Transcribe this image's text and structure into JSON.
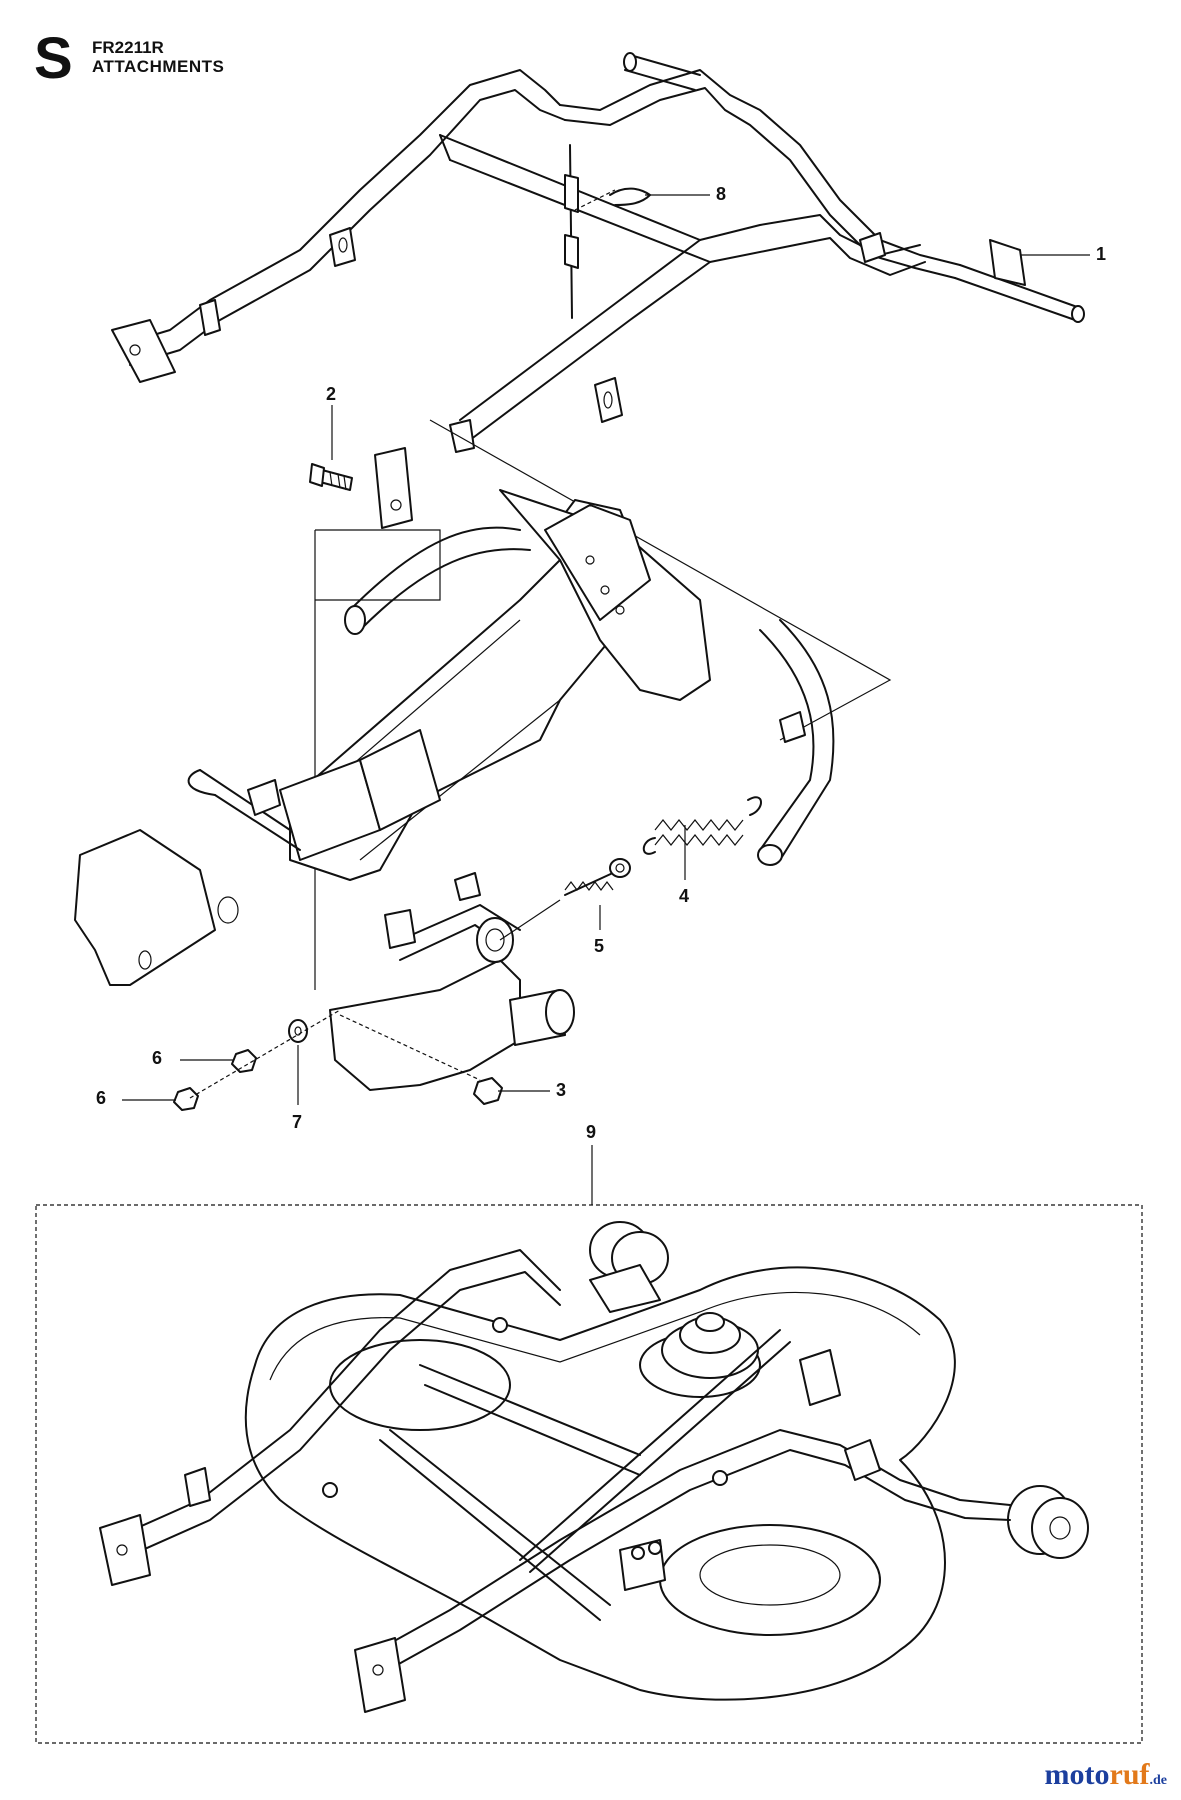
{
  "header": {
    "letter": "S",
    "model": "FR2211R",
    "section": "ATTACHMENTS"
  },
  "callouts": [
    {
      "id": "1",
      "label": "1"
    },
    {
      "id": "2",
      "label": "2"
    },
    {
      "id": "3",
      "label": "3"
    },
    {
      "id": "4",
      "label": "4"
    },
    {
      "id": "5",
      "label": "5"
    },
    {
      "id": "6a",
      "label": "6"
    },
    {
      "id": "6b",
      "label": "6"
    },
    {
      "id": "7",
      "label": "7"
    },
    {
      "id": "8",
      "label": "8"
    },
    {
      "id": "9",
      "label": "9"
    }
  ],
  "watermark": {
    "brand_main": "moto",
    "brand_accent": "ruf",
    "tld": ".de",
    "colors": {
      "main": "#1c3f9e",
      "accent": "#e2791a"
    }
  }
}
